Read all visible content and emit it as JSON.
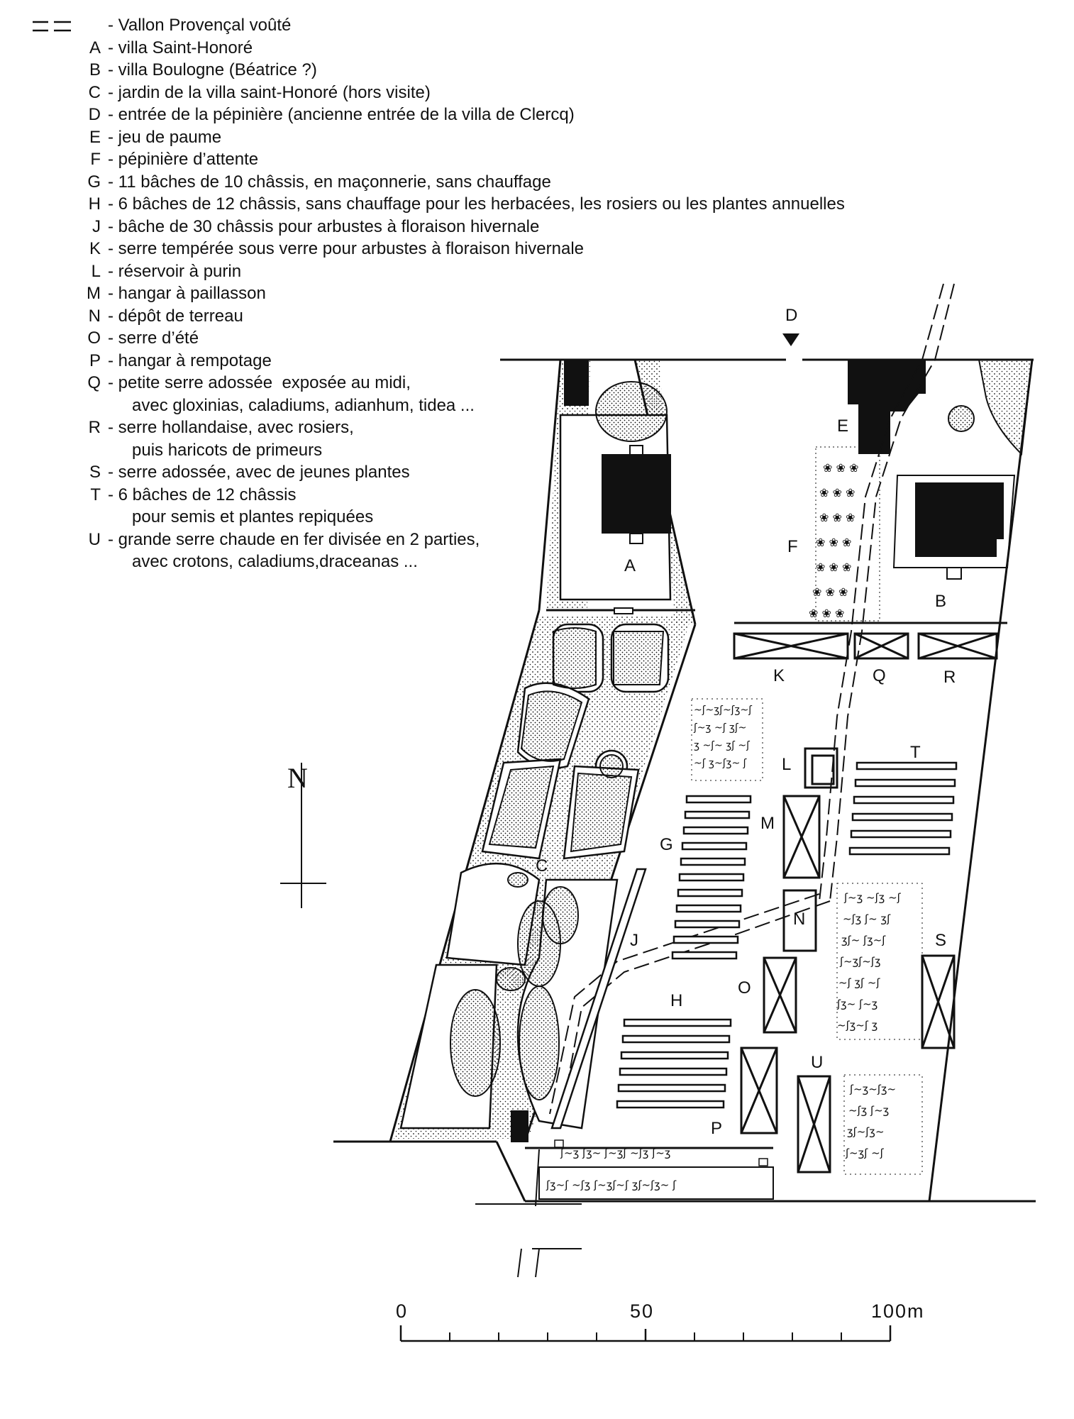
{
  "legend": {
    "vallon_label": "- Vallon Provençal voûté",
    "entries": [
      {
        "code": "A",
        "text": "- villa Saint-Honoré"
      },
      {
        "code": "B",
        "text": "- villa Boulogne (Béatrice ?)"
      },
      {
        "code": "C",
        "text": "- jardin de la villa saint-Honoré (hors visite)"
      },
      {
        "code": "D",
        "text": "- entrée de la pépinière (ancienne entrée de la villa de Clercq)"
      },
      {
        "code": "E",
        "text": "- jeu de paume"
      },
      {
        "code": "F",
        "text": "- pépinière d’attente"
      },
      {
        "code": "G",
        "text": "- 11 bâches de 10 châssis, en maçonnerie, sans chauffage"
      },
      {
        "code": "H",
        "text": "- 6 bâches de 12 châssis, sans chauffage pour les herbacées, les rosiers ou les plantes annuelles"
      },
      {
        "code": "J",
        "text": "- bâche de 30 châssis pour arbustes à floraison hivernale"
      },
      {
        "code": "K",
        "text": "- serre tempérée sous verre pour arbustes à floraison hivernale"
      },
      {
        "code": "L",
        "text": "- réservoir à purin"
      },
      {
        "code": "M",
        "text": "- hangar à paillasson"
      },
      {
        "code": "N",
        "text": "- dépôt de terreau"
      },
      {
        "code": "O",
        "text": "- serre d’été"
      },
      {
        "code": "P",
        "text": "- hangar à rempotage"
      },
      {
        "code": "Q",
        "text": "- petite serre adossée  exposée au midi,",
        "cont": "avec gloxinias, caladiums, adianhum, tidea ..."
      },
      {
        "code": "R",
        "text": "- serre hollandaise, avec rosiers,",
        "cont": "puis haricots de primeurs"
      },
      {
        "code": "S",
        "text": "- serre adossée, avec de jeunes plantes"
      },
      {
        "code": "T",
        "text": "- 6 bâches de 12 châssis",
        "cont": "pour semis et plantes repiquées"
      },
      {
        "code": "U",
        "text": "- grande serre chaude en fer divisée en 2 parties,",
        "cont": "avec crotons, caladiums,draceanas ..."
      }
    ]
  },
  "map": {
    "labels": {
      "A": "A",
      "B": "B",
      "C": "C",
      "D": "D",
      "E": "E",
      "F": "F",
      "G": "G",
      "H": "H",
      "J": "J",
      "K": "K",
      "L": "L",
      "M": "M",
      "N": "N",
      "O": "O",
      "P": "P",
      "Q": "Q",
      "R": "R",
      "S": "S",
      "T": "T",
      "U": "U"
    },
    "north_symbol": "N",
    "colors": {
      "ink": "#111111",
      "paper": "#ffffff"
    }
  },
  "scale_bar": {
    "label_0": "0",
    "label_50": "50",
    "label_100": "100m"
  }
}
